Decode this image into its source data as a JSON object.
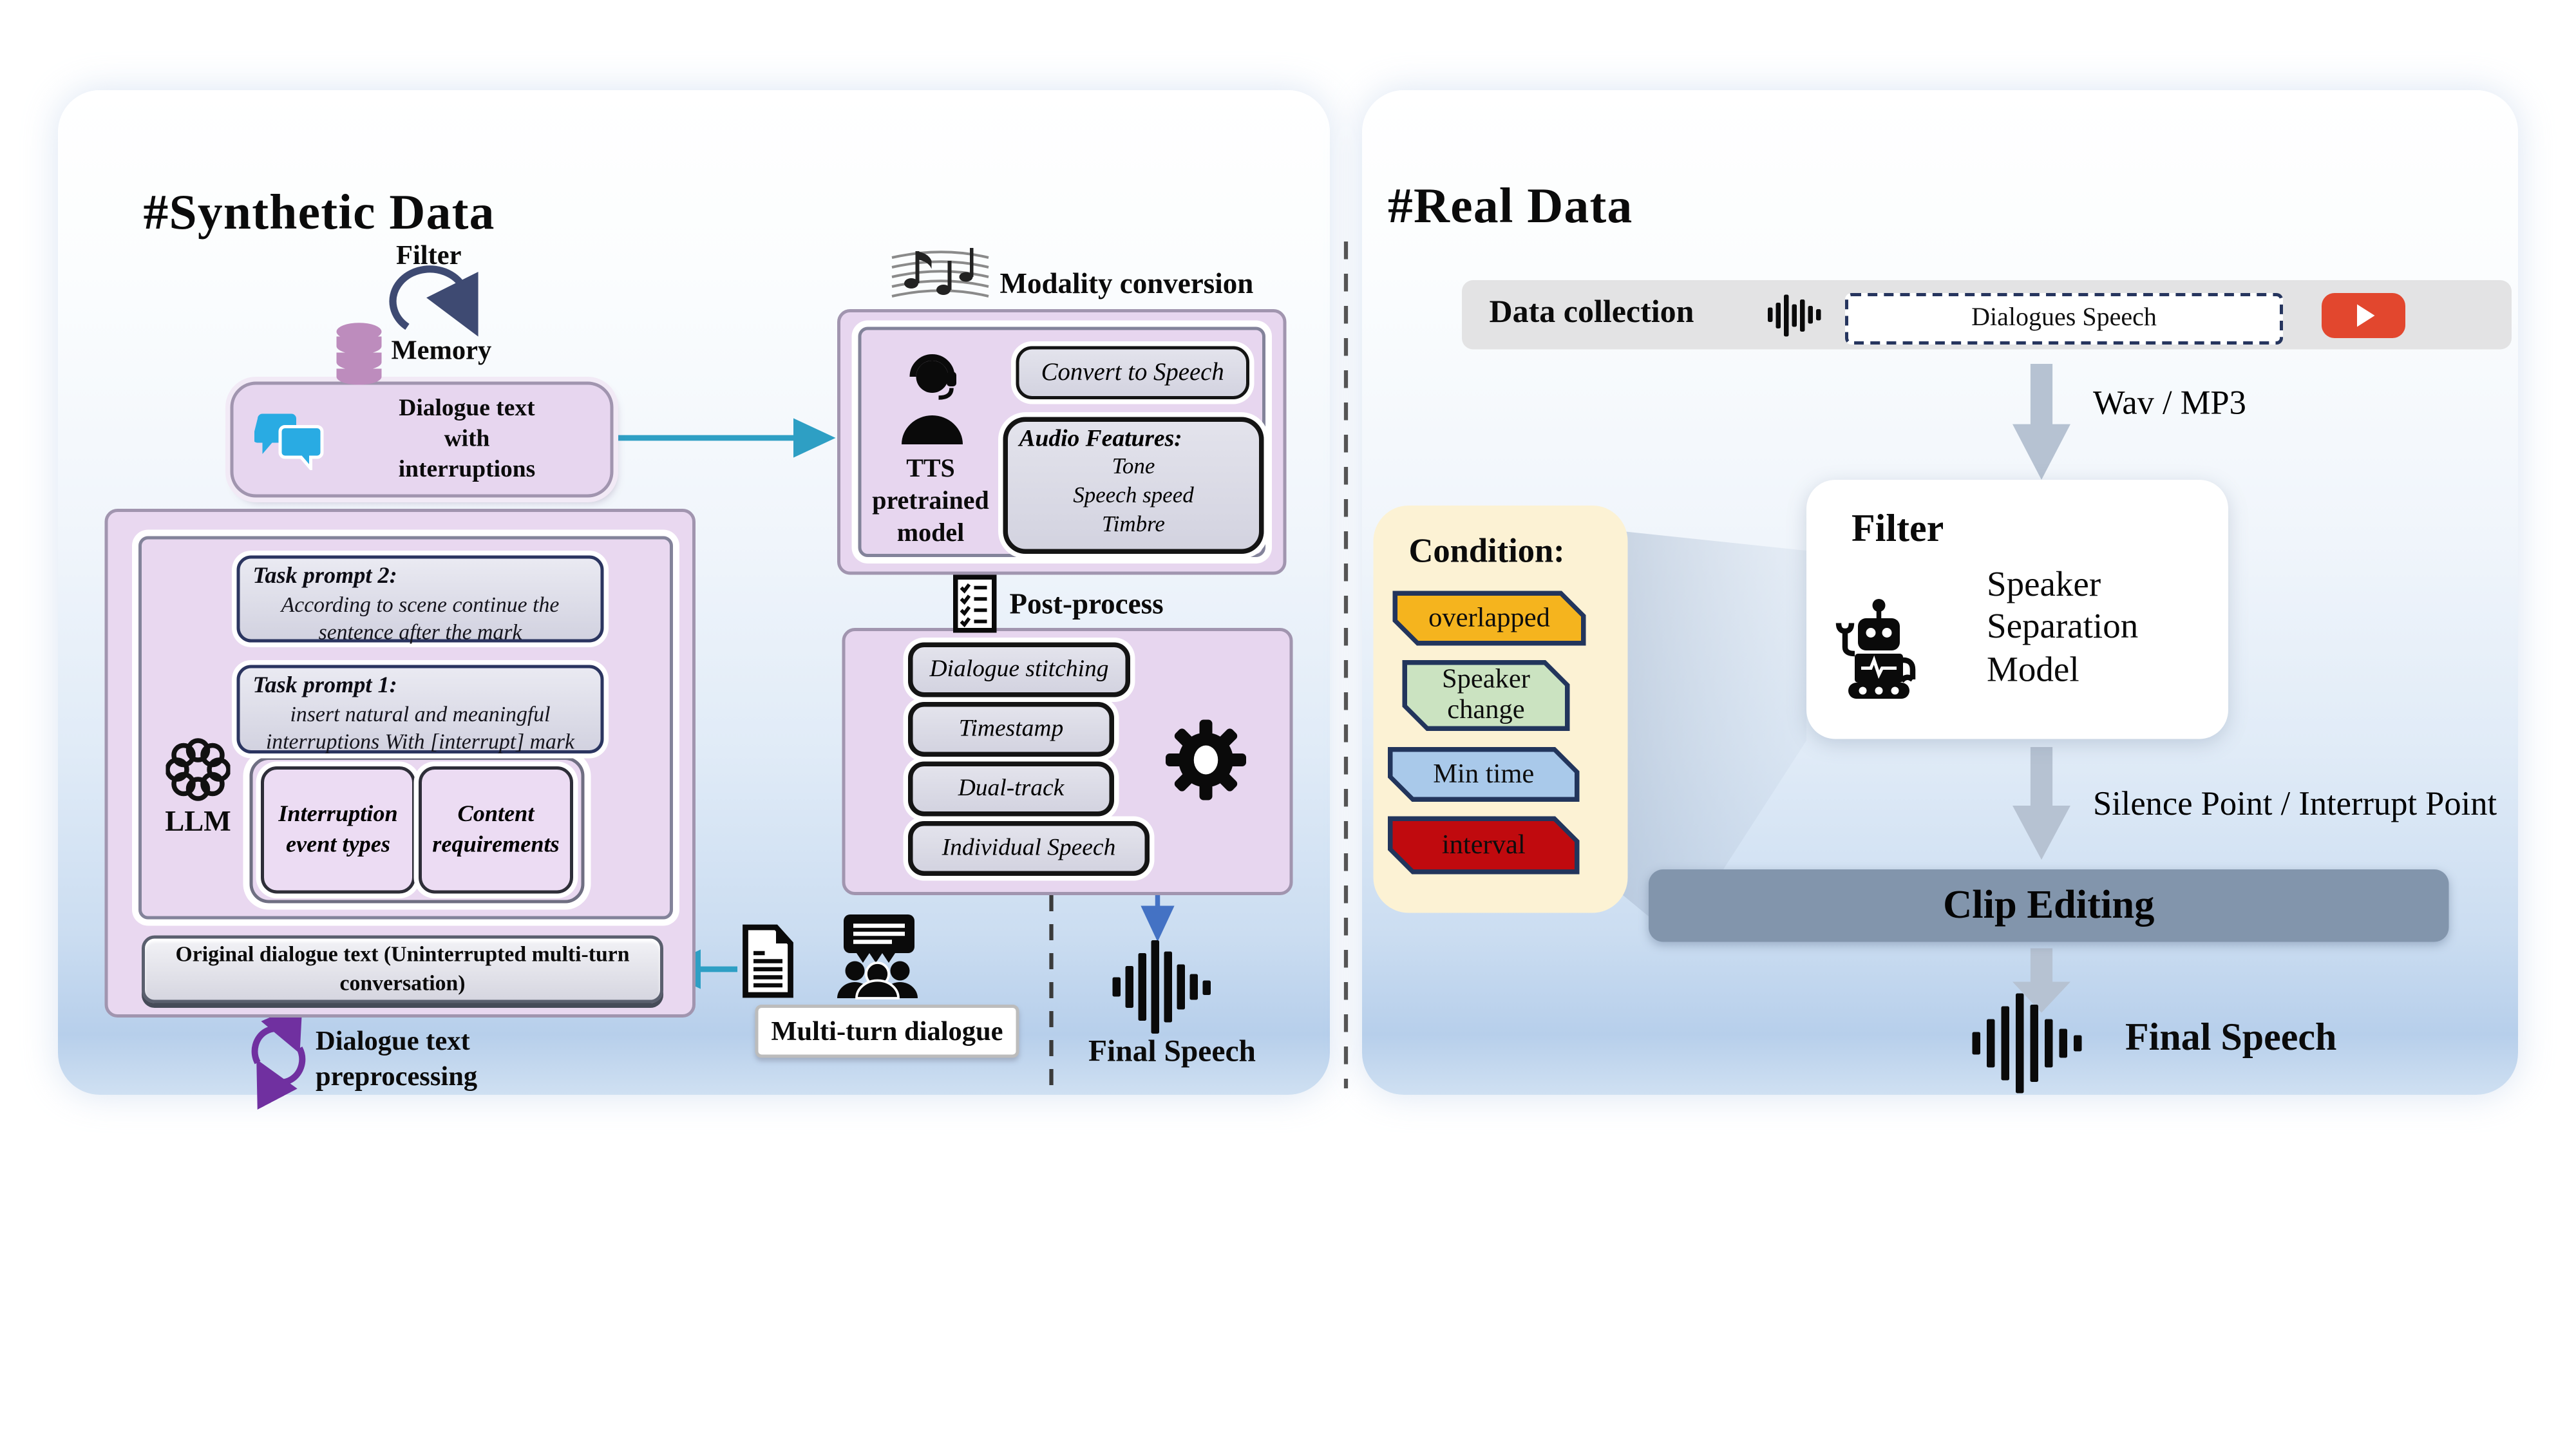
{
  "figure": {
    "left_title": "#Synthetic Data",
    "right_title": "#Real Data"
  },
  "synthetic": {
    "filter_label": "Filter",
    "memory_label": "Memory",
    "dialogue_interruptions_box": "Dialogue text\nwith\ninterruptions",
    "llm_label": "LLM",
    "task_prompt_2": {
      "title": "Task prompt 2:",
      "body": "According to scene continue the\nsentence after the mark"
    },
    "task_prompt_1": {
      "title": "Task prompt 1:",
      "body": "insert natural and meaningful\ninterruptions With [interrupt] mark"
    },
    "interruption_event_types": "Interruption\nevent types",
    "content_requirements": "Content\nrequirements",
    "original_dialogue_box": "Original dialogue text (Uninterrupted multi-turn\nconversation)",
    "preprocessing_label": "Dialogue text\npreprocessing",
    "multi_turn_dialogue_label": "Multi-turn dialogue",
    "modality_conversion_label": "Modality conversion",
    "tts_model_label": "TTS\npretrained\nmodel",
    "convert_to_speech": "Convert to Speech",
    "audio_features_title": "Audio Features:",
    "audio_features_items": [
      "Tone",
      "Speech speed",
      "Timbre"
    ],
    "postprocess_label": "Post-process",
    "postprocess_items": [
      "Dialogue stitching",
      "Timestamp",
      "Dual-track",
      "Individual Speech"
    ],
    "final_speech_label": "Final Speech"
  },
  "real": {
    "data_collection_label": "Data collection",
    "dialogues_speech_label": "Dialogues Speech",
    "wav_mp3_label": "Wav / MP3",
    "filter_card_title": "Filter",
    "speaker_separation_model": "Speaker\nSeparation\nModel",
    "condition_title": "Condition:",
    "conditions": [
      {
        "label": "overlapped",
        "color": "#F5B41E"
      },
      {
        "label": "Speaker\nchange",
        "color": "#CBE3C1"
      },
      {
        "label": "Min time",
        "color": "#A9C9EA"
      },
      {
        "label": "interval",
        "color": "#C00A0E"
      }
    ],
    "silence_interrupt_label": "Silence Point / Interrupt Point",
    "clip_editing_label": "Clip Editing",
    "final_speech_label": "Final Speech"
  },
  "colors": {
    "teal_arrow": "#2E9FC4",
    "navy_border": "#22355C",
    "panel_purple": "#E7D6EF",
    "slate_arrow": "#B6C2D2",
    "clip_bar": "#8295AC",
    "youtube_red": "#E2472E",
    "condition_panel": "#FCF2D4",
    "memory_plum": "#BD8CBD",
    "bubble_cyan": "#29ABE3",
    "recycle_purple": "#7030A0"
  }
}
